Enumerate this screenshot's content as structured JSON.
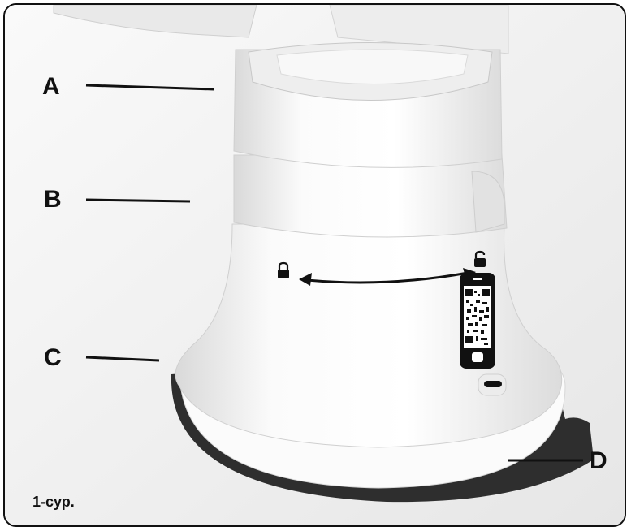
{
  "figure": {
    "label": "1-сур.",
    "callouts": [
      {
        "id": "A",
        "text": "A"
      },
      {
        "id": "B",
        "text": "B"
      },
      {
        "id": "C",
        "text": "C"
      },
      {
        "id": "D",
        "text": "D"
      }
    ]
  },
  "icons": {
    "lock": "lock-closed-icon",
    "unlock": "lock-open-icon",
    "arrow": "double-arrow-icon",
    "phone": "phone-qr-icon"
  },
  "colors": {
    "outline": "#111111",
    "body": "#f7f7f7",
    "base_ring": "#2b2b2b"
  }
}
